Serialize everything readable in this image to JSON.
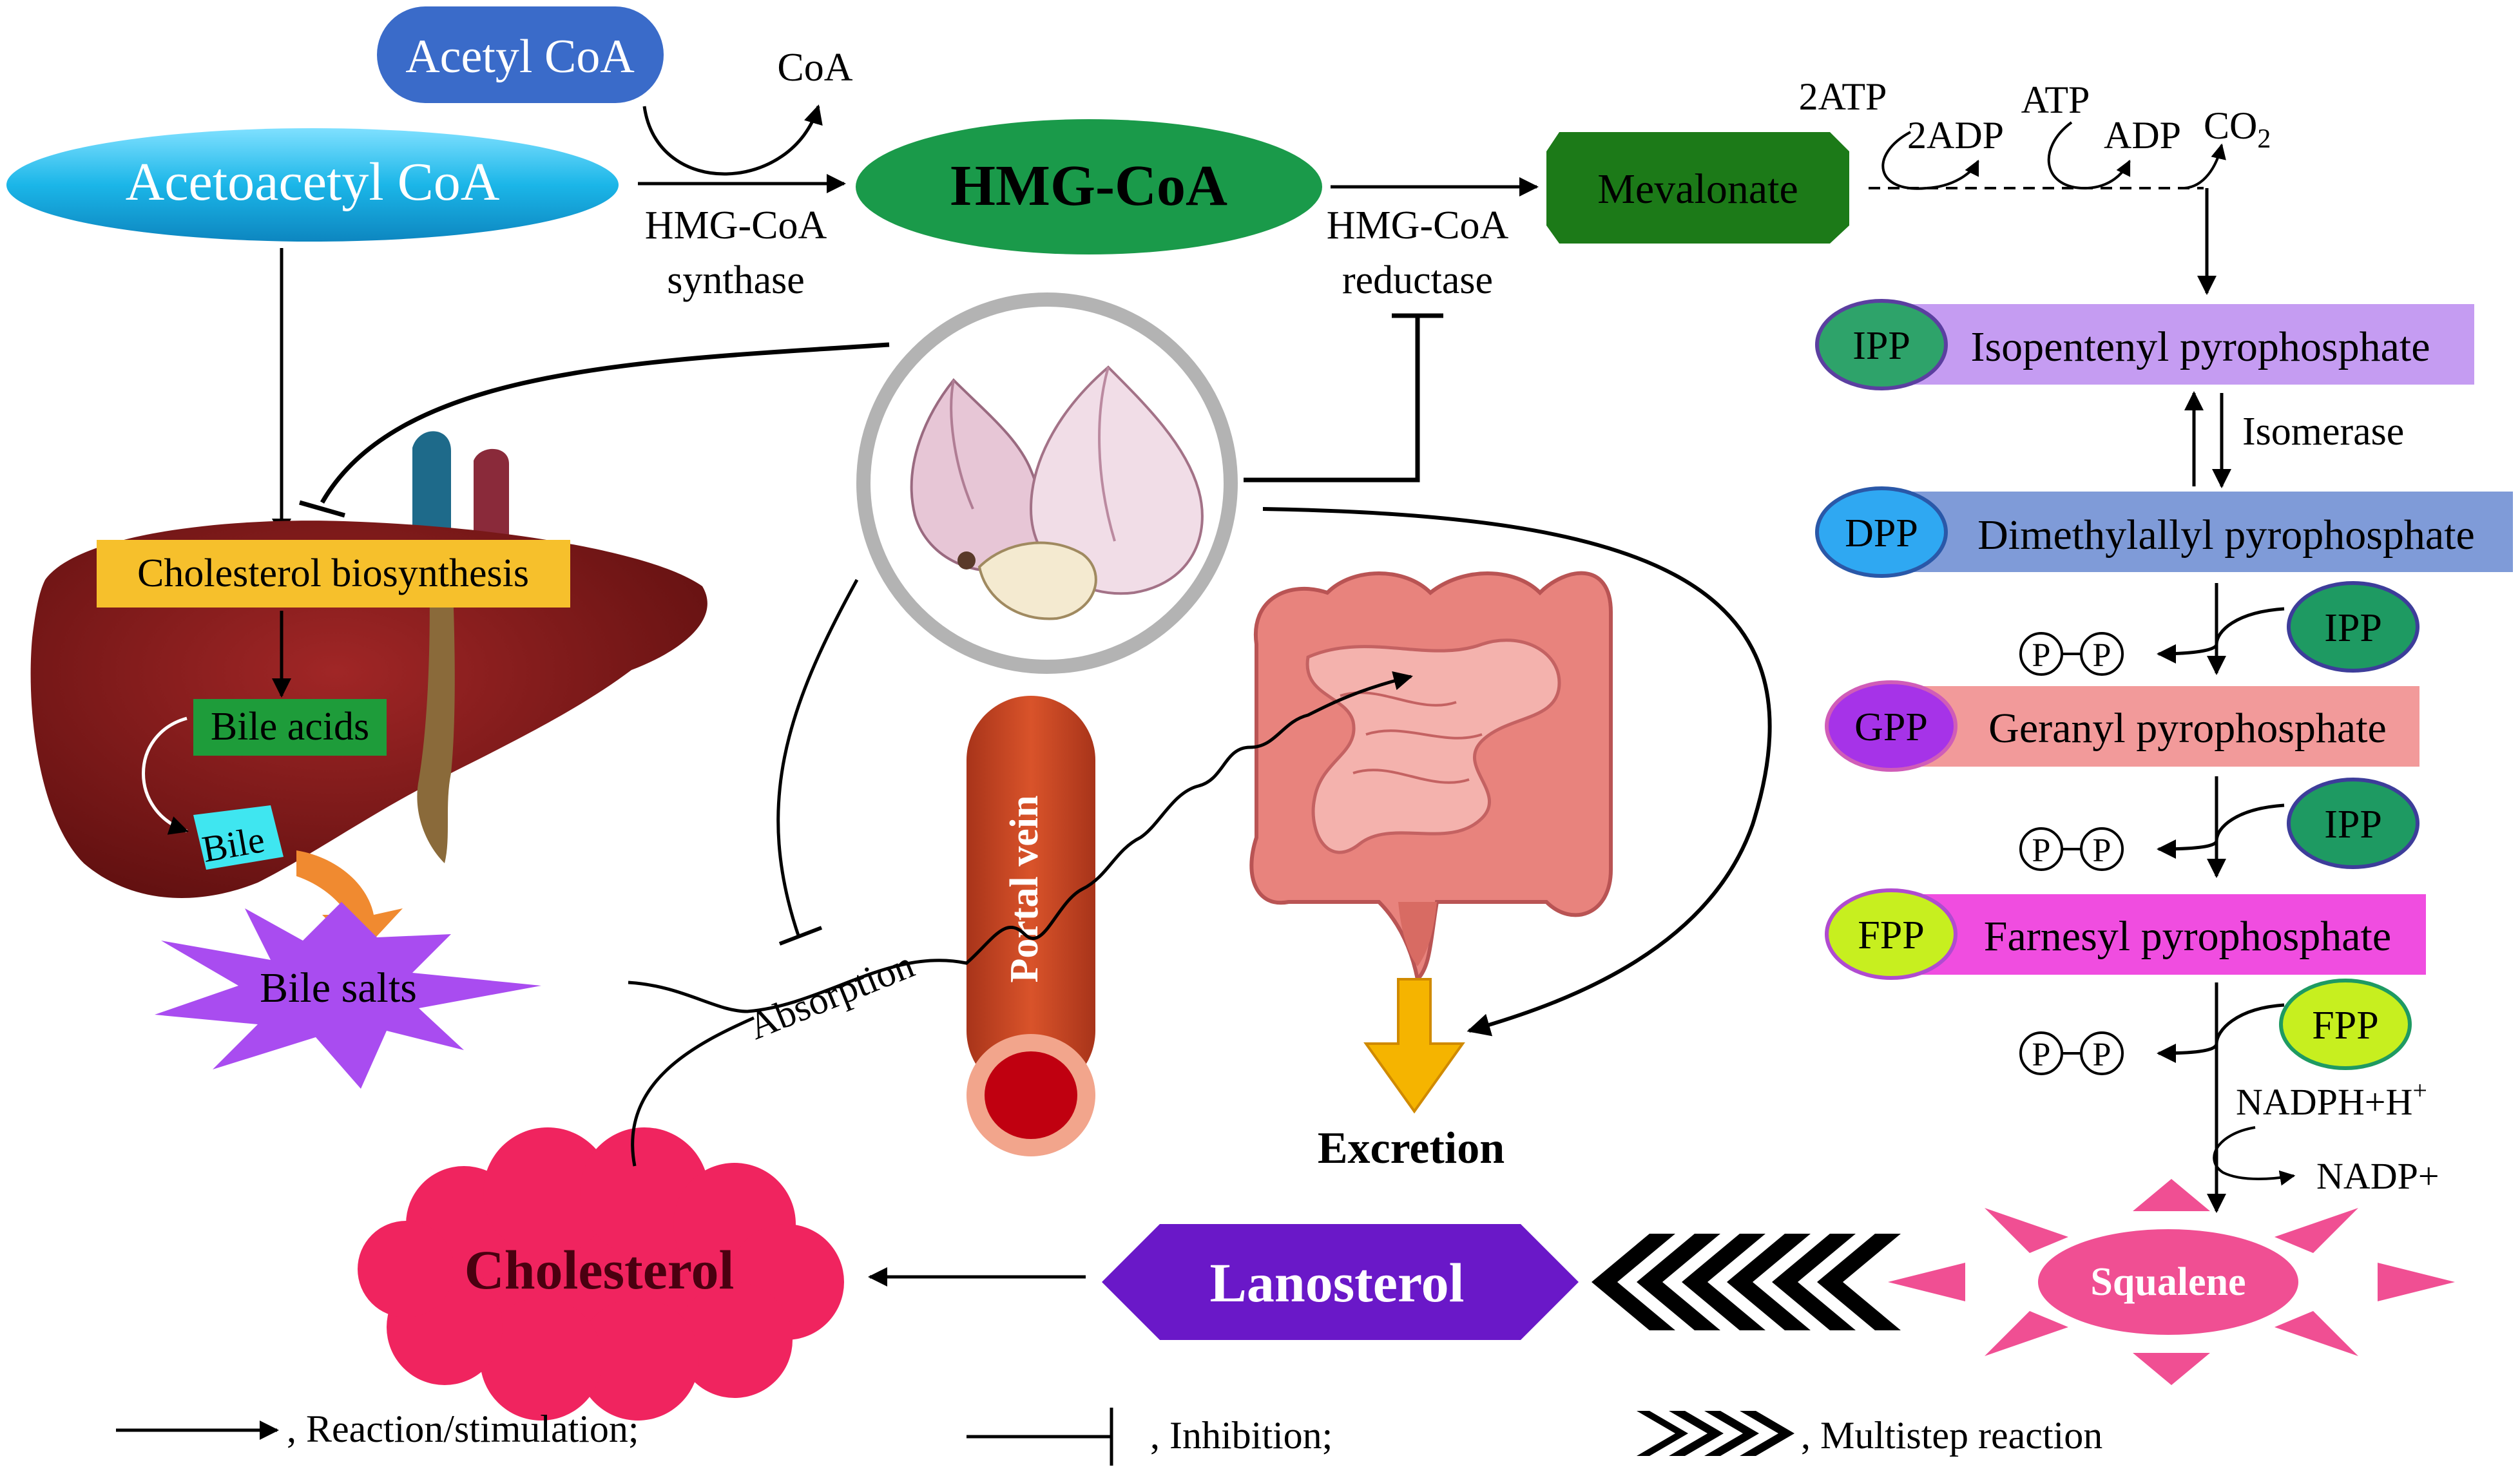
{
  "colors": {
    "acetyl": "#3a6bc9",
    "acetoacetyl": "#1bb6e8",
    "hmg": "#1a9a4a",
    "mevalonate": "#1c7a18",
    "ipp_bar": "#c59cf2",
    "dpp_bar": "#7f9bd8",
    "gpp_bar": "#f29a9a",
    "fpp_bar": "#f04de0",
    "liver": "#7b1717",
    "bile_acids_box": "#1e9c3a",
    "biosynth_box": "#f6c02c",
    "bile_salts": "#a94cf0",
    "cholesterol": "#f0245f",
    "lanosterol": "#6a18c8",
    "squalene": "#f04f93",
    "excretion_arrow": "#f5b400",
    "portal_vein": "#c8441f"
  },
  "top": {
    "acetyl_coa": "Acetyl CoA",
    "acetoacetyl_coa": "Acetoacetyl CoA",
    "coa": "CoA",
    "hmg_coa": "HMG-CoA",
    "hmg_synthase_1": "HMG-CoA",
    "hmg_synthase_2": "synthase",
    "hmg_reductase_1": "HMG-CoA",
    "hmg_reductase_2": "reductase",
    "mevalonate": "Mevalonate",
    "atp2": "2ATP",
    "adp2": "2ADP",
    "atp": "ATP",
    "adp": "ADP",
    "co2": "CO",
    "co2_sub": "2"
  },
  "right": {
    "ipp_abbr": "IPP",
    "ipp_name": "Isopentenyl pyrophosphate",
    "isomerase": "Isomerase",
    "dpp_abbr": "DPP",
    "dpp_name": "Dimethylallyl  pyrophosphate",
    "ipp_in_1": "IPP",
    "gpp_abbr": "GPP",
    "gpp_name": "Geranyl pyrophosphate",
    "ipp_in_2": "IPP",
    "fpp_abbr": "FPP",
    "fpp_name": "Farnesyl pyrophosphate",
    "fpp_in": "FPP",
    "p": "P",
    "nadph": "NADPH+H",
    "nadph_sup": "+",
    "nadp": "NADP+",
    "squalene": "Squalene"
  },
  "left": {
    "cholesterol_biosynthesis": "Cholesterol biosynthesis",
    "bile_acids": "Bile acids",
    "bile": "Bile",
    "bile_salts": "Bile salts"
  },
  "center": {
    "portal_vein": "Portal vein",
    "absorption": "Absorption",
    "excretion": "Excretion"
  },
  "bottom": {
    "cholesterol": "Cholesterol",
    "lanosterol": "Lanosterol"
  },
  "legend": {
    "reaction": ", Reaction/stimulation;",
    "inhibition": ", Inhibition;",
    "multistep": ", Multistep reaction"
  },
  "icons": [
    "garlic-icon",
    "liver-icon",
    "intestine-icon",
    "portal-vein-icon",
    "chevron-arrow-icon"
  ]
}
